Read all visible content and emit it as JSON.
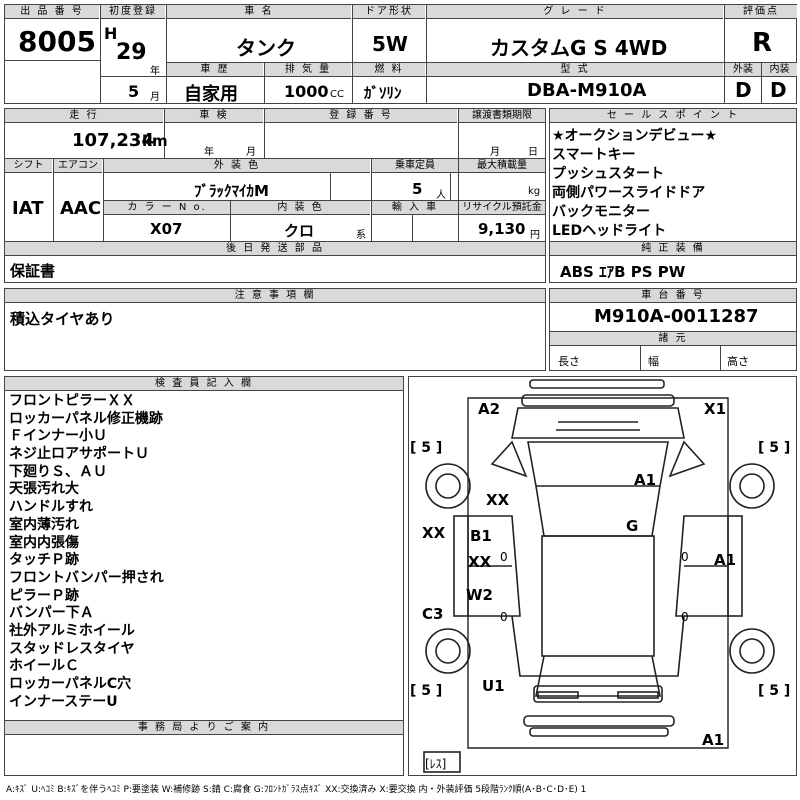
{
  "headers": {
    "lot_no": "出 品 番 号",
    "first_reg": "初度登録",
    "model_name": "車 名",
    "doors": "ドア形状",
    "grade": "グ レ ー ド",
    "score": "評価点",
    "history": "車 歴",
    "displacement": "排 気 量",
    "fuel": "燃 料",
    "type": "型 式",
    "exterior": "外装",
    "interior": "内装",
    "mileage": "走 行",
    "inspection": "車 検",
    "reg_no": "登 録 番 号",
    "transfer_deadline": "譲渡書類期限",
    "sales_points": "セ ー ル ス ポ イ ン ト",
    "shift": "シフト",
    "aircon": "エアコン",
    "ext_color": "外 装 色",
    "capacity": "乗車定員",
    "max_load": "最大積載量",
    "color_no": "カ ラ ー N o.",
    "int_color": "内 装 色",
    "import": "輸 入 車",
    "recycle": "リサイクル預託金",
    "later_parts": "後 日 発 送 部 品",
    "genuine_equipment": "純 正 装 備",
    "notes": "注 意 事 項 欄",
    "chassis_no": "車 台 番 号",
    "dimensions": "諸 元",
    "inspector": "検 査 員 記 入 欄",
    "office": "事 務 局 よ り ご 案 内"
  },
  "vehicle": {
    "lot_no": "8005",
    "era": "H",
    "year": "29",
    "year_unit": "年",
    "month": "5",
    "month_unit": "月",
    "model_name": "タンク",
    "doors": "5W",
    "grade": "カスタムG S 4WD",
    "score": "R",
    "history": "自家用",
    "displacement": "1000",
    "displacement_unit": "CC",
    "fuel": "ｶﾞｿﾘﾝ",
    "type": "DBA-M910A",
    "exterior_grade": "D",
    "interior_grade": "D",
    "mileage": "107,234",
    "mileage_unit": "km",
    "inspection_year": "年",
    "inspection_month": "月",
    "transfer_month": "月",
    "transfer_day": "日",
    "shift": "IAT",
    "aircon": "AAC",
    "ext_color": "ﾌﾞﾗｯｸﾏｲｶM",
    "capacity": "5",
    "capacity_unit": "人",
    "max_load_unit": "kg",
    "color_no": "X07",
    "int_color": "クロ",
    "int_color_suffix": "系",
    "recycle": "9,130",
    "recycle_unit": "円",
    "later_parts": "保証書",
    "genuine_equipment": "ABS ｴｱB PS PW",
    "notes": "積込タイヤあり",
    "chassis_no": "M910A-0011287",
    "length_label": "長さ",
    "width_label": "幅",
    "height_label": "高さ"
  },
  "sales_points": [
    "★オークションデビュー★",
    "スマートキー",
    "プッシュスタート",
    "両側パワースライドドア",
    "バックモニター",
    "LEDヘッドライト"
  ],
  "inspector_notes": [
    "フロントピラーＸＸ",
    "ロッカーパネル修正機跡",
    "Ｆインナー小Ｕ",
    "ネジ止ロアサポートＵ",
    "下廻りＳ、ＡＵ",
    "天張汚れ大",
    "ハンドルすれ",
    "室内薄汚れ",
    "室内内張傷",
    "タッチＰ跡",
    "フロントバンパー押され",
    "ピラーＰ跡",
    "バンパー下Ａ",
    "社外アルミホイール",
    "スタッドレスタイヤ",
    "ホイールＣ",
    "ロッカーパネルC穴",
    "インナーステーU"
  ],
  "diagram": {
    "marks": {
      "a2": "A2",
      "x1": "X1",
      "a1_hood": "A1",
      "xx_fl": "XX",
      "xx_left": "XX",
      "b1": "B1",
      "xx_door": "XX",
      "g": "G",
      "a1_right": "A1",
      "w2": "W2",
      "c3": "C3",
      "u1": "U1",
      "a1_rear": "A1"
    },
    "tire_depth": {
      "fl": "[ 5 ]",
      "fr": "[ 5 ]",
      "rl": "[ 5 ]",
      "rr": "[ 5 ]"
    },
    "spare": "[ﾚｽ]",
    "door_marks": [
      "0",
      "0",
      "0",
      "0"
    ]
  },
  "legend": "A:ｷｽﾞ U:ﾍｺﾐ B:ｷｽﾞを伴うﾍｺﾐ P:要塗装 W:補修跡 S:錆 C:腐食 G:ﾌﾛﾝﾄｶﾞﾗｽ点ｷｽﾞ XX:交換済み X:要交換 内・外装評価 5段階ﾗﾝｸ順(A･B･C･D･E) 1"
}
